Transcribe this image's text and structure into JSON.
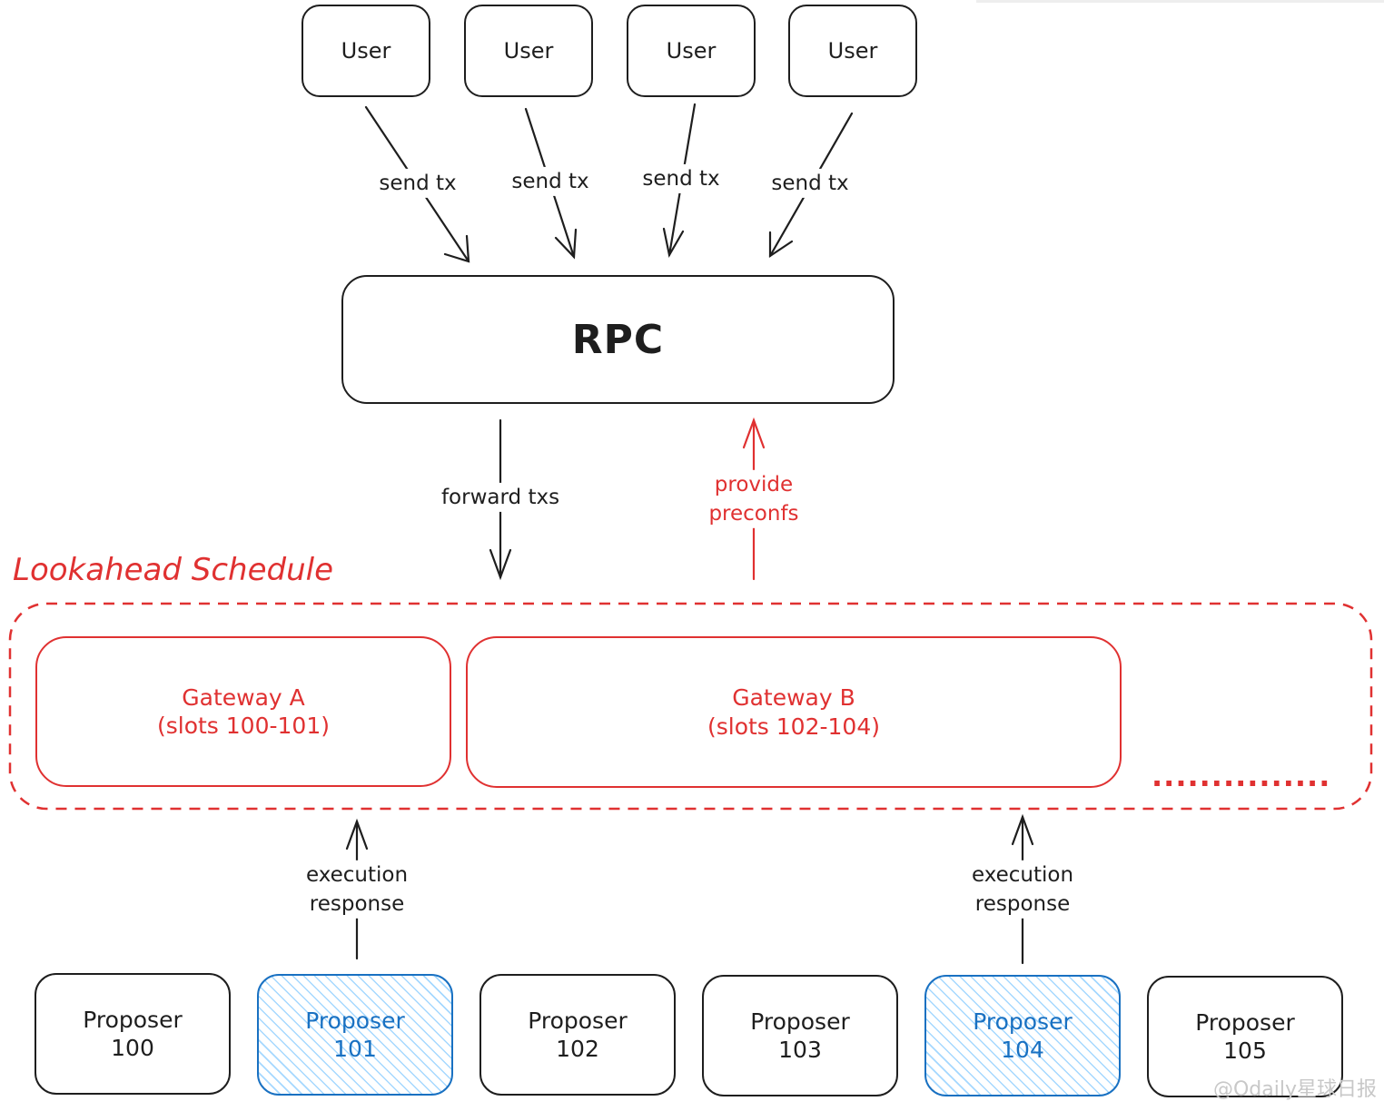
{
  "users": [
    "User",
    "User",
    "User",
    "User"
  ],
  "send_tx_labels": [
    "send tx",
    "send tx",
    "send tx",
    "send tx"
  ],
  "rpc": {
    "label": "RPC"
  },
  "forward_label": "forward txs",
  "provide_label": {
    "line1": "provide",
    "line2": "preconfs"
  },
  "lookahead": {
    "title": "Lookahead Schedule",
    "ellipsis": "...............",
    "gateways": [
      {
        "name": "Gateway A",
        "slots": "(slots 100-101)"
      },
      {
        "name": "Gateway B",
        "slots": "(slots 102-104)"
      }
    ]
  },
  "execution_labels": [
    {
      "line1": "execution",
      "line2": "response"
    },
    {
      "line1": "execution",
      "line2": "response"
    }
  ],
  "proposers": [
    {
      "label": "Proposer",
      "slot": "100",
      "highlighted": false
    },
    {
      "label": "Proposer",
      "slot": "101",
      "highlighted": true
    },
    {
      "label": "Proposer",
      "slot": "102",
      "highlighted": false
    },
    {
      "label": "Proposer",
      "slot": "103",
      "highlighted": false
    },
    {
      "label": "Proposer",
      "slot": "104",
      "highlighted": true
    },
    {
      "label": "Proposer",
      "slot": "105",
      "highlighted": false
    }
  ],
  "watermark": "@Odaily星球日报",
  "colors": {
    "stroke": "#1e1e1e",
    "accent_red": "#e03131",
    "accent_blue": "#1971c2",
    "hatch_blue": "#a5d8ff"
  }
}
